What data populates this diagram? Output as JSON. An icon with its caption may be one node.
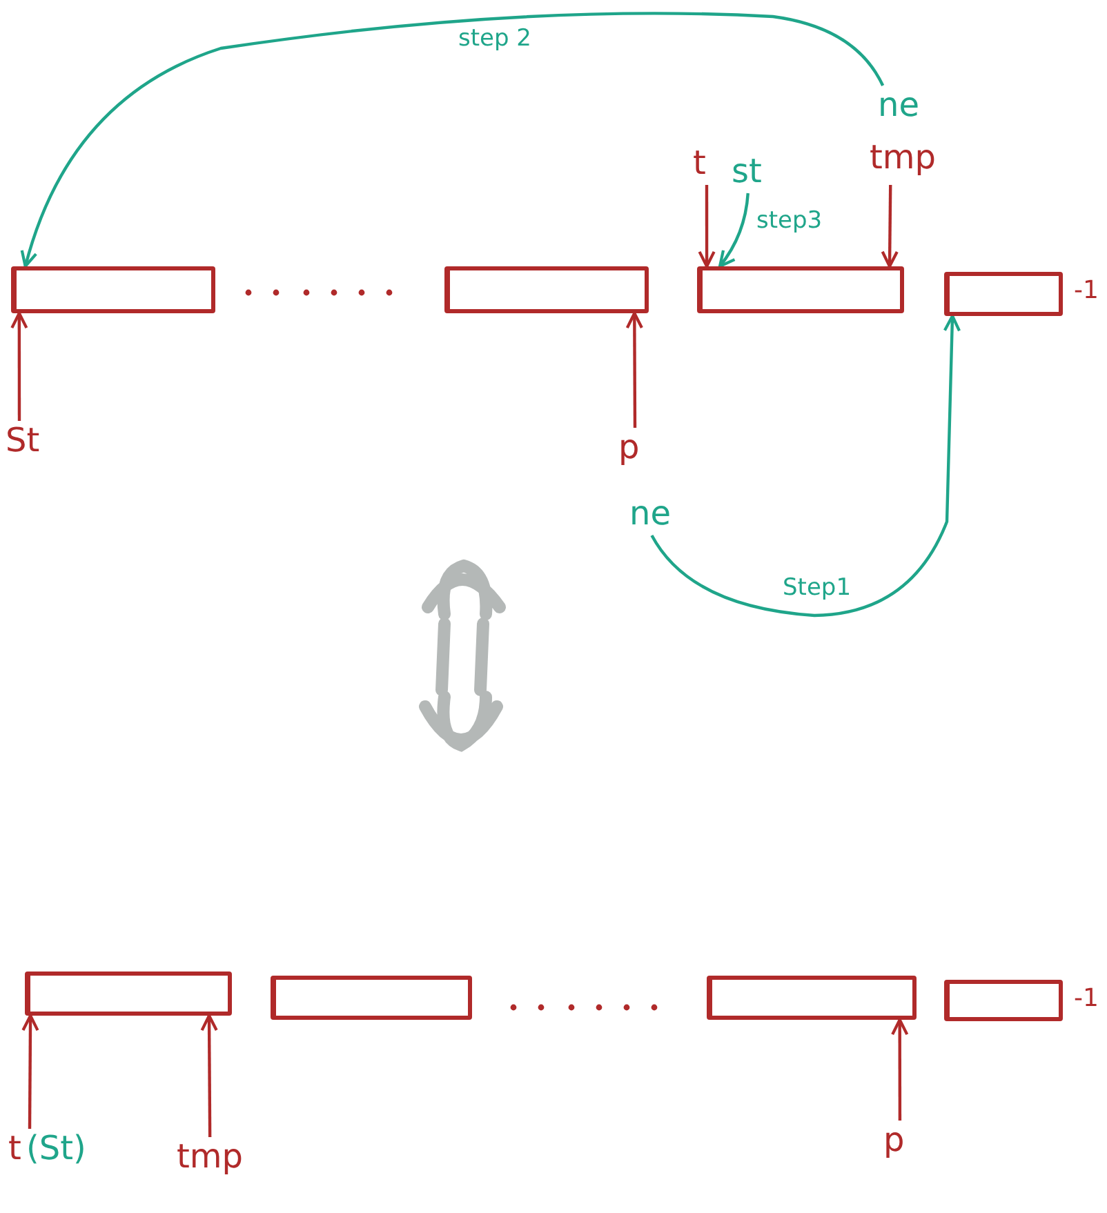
{
  "diagram": {
    "nodes": [
      {
        "text": [],
        "shape": "bar"
      },
      {
        "text": [],
        "shape": "bar"
      },
      {
        "text": [],
        "shape": "bar"
      },
      {
        "text": [],
        "shape": "bar",
        "beside": [
          "-1"
        ]
      },
      {
        "text": [
          "St"
        ]
      },
      {
        "text": [
          "p"
        ]
      },
      {
        "text": [
          "ne"
        ]
      },
      {
        "text": [
          "t"
        ]
      },
      {
        "text": [
          "st"
        ]
      },
      {
        "text": [
          "ne"
        ]
      },
      {
        "text": [
          "tmp"
        ]
      },
      {
        "text": [],
        "shape": "bar"
      },
      {
        "text": [],
        "shape": "bar"
      },
      {
        "text": [],
        "shape": "bar"
      },
      {
        "text": [],
        "shape": "bar",
        "beside": [
          "-1"
        ]
      },
      {
        "text": [
          "t",
          "(St)"
        ]
      },
      {
        "text": [
          "tmp"
        ]
      },
      {
        "text": [
          "p"
        ]
      }
    ],
    "edges": [
      {
        "from": 4,
        "to": 0,
        "arrow": "to"
      },
      {
        "from": 5,
        "to": 1,
        "arrow": "to"
      },
      {
        "from": 7,
        "to": 2,
        "arrow": "to"
      },
      {
        "from": 10,
        "to": 2,
        "arrow": "to"
      },
      {
        "from": 6,
        "to": 3,
        "arrow": "to",
        "label": "Step1",
        "color": "#1fa58a"
      },
      {
        "from": 9,
        "to": 0,
        "arrow": "to",
        "label": "step 2",
        "color": "#1fa58a"
      },
      {
        "from": 8,
        "to": 2,
        "arrow": "to",
        "label": "step3",
        "color": "#1fa58a"
      },
      {
        "from": 15,
        "to": 11,
        "arrow": "to"
      },
      {
        "from": 16,
        "to": 11,
        "arrow": "to"
      },
      {
        "from": 17,
        "to": 13,
        "arrow": "to"
      }
    ]
  }
}
